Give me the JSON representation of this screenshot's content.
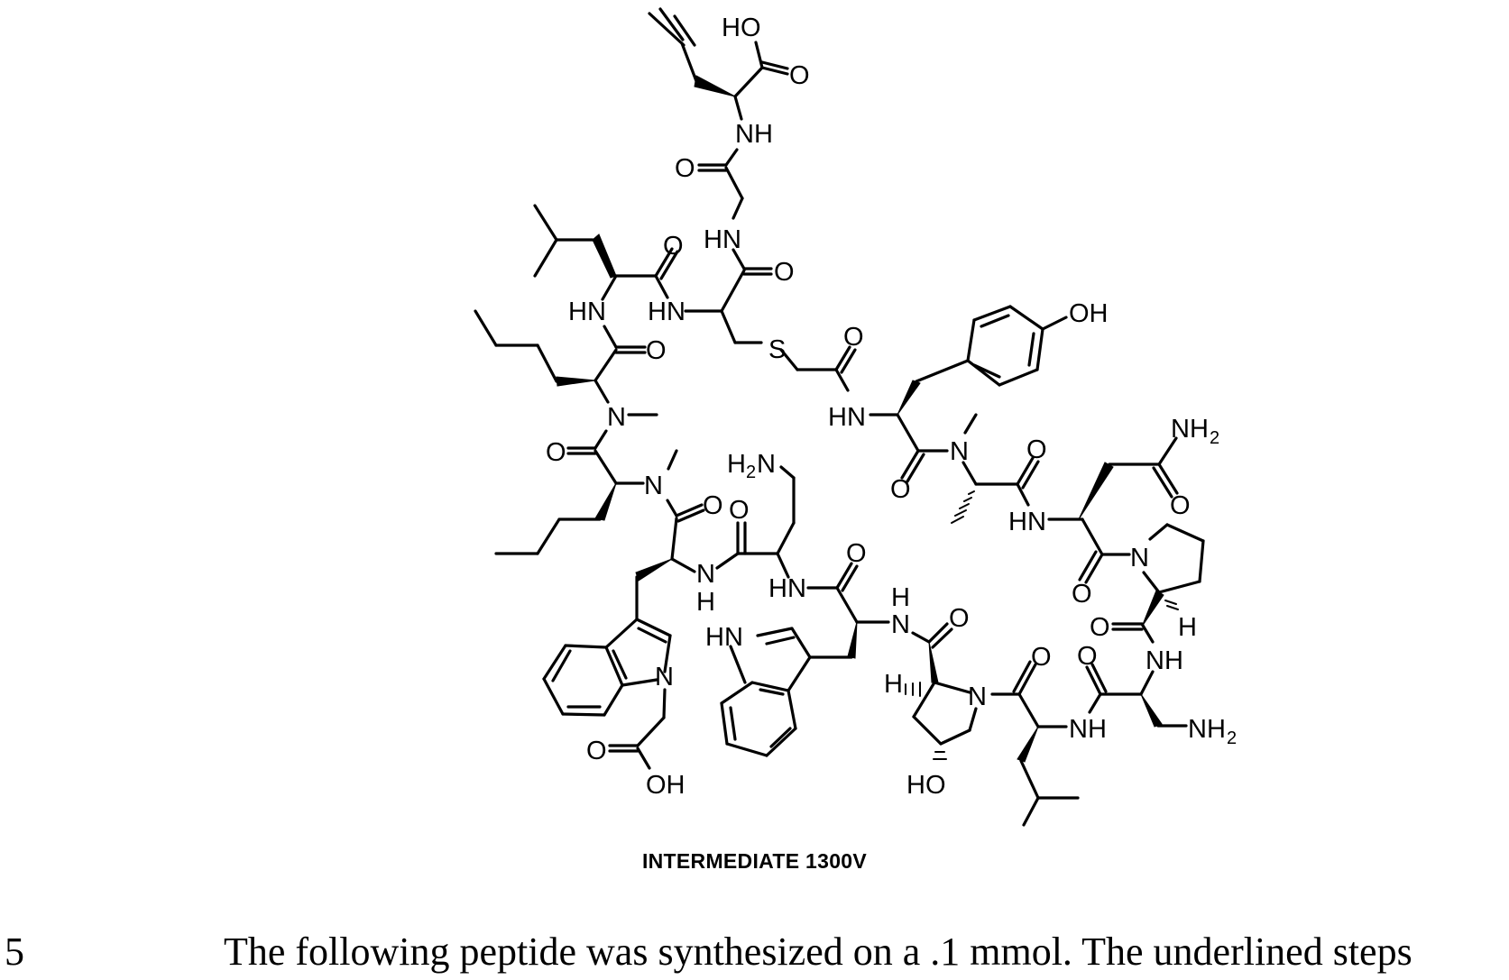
{
  "figure": {
    "caption": "INTERMEDIATE 1300V",
    "atom_labels": {
      "ho_top": "HO",
      "o_acid": "O",
      "nh_pra": "NH",
      "o_gly": "O",
      "hn_gly": "HN",
      "o_cys": "O",
      "o_leu1": "O",
      "hn_leu1": "HN",
      "hn_cys": "HN",
      "s": "S",
      "o_thioacetyl": "O",
      "oh_tyr": "OH",
      "o_nle1": "O",
      "n_nle1": "N",
      "hn_tyr": "HN",
      "o_nle2": "O",
      "n_nle2": "N",
      "h2n_dab": "H",
      "h2n_dab_sub": "2",
      "h2n_dab_n": "N",
      "o_trp1": "O",
      "o_dab": "O",
      "o_tyr": "O",
      "n_tyr_me": "N",
      "o_ala": "O",
      "nh2_gln": "NH",
      "nh2_gln_sub": "2",
      "o_gln_side": "O",
      "hn_gln": "HN",
      "n_pro": "N",
      "o_gln": "O",
      "o_pro": "O",
      "h_pro": "H",
      "nh_trp1_n": "N",
      "nh_trp1_h": "H",
      "hn_dab": "HN",
      "o_trp2": "O",
      "h_trp2_h": "H",
      "n_trp2": "N",
      "o_hyp": "O",
      "hn_indole": "HN",
      "n_indole1": "N",
      "h_hyp": "H",
      "n_hyp": "N",
      "o_leu2": "O",
      "o_dap": "O",
      "nh_pro": "NH",
      "nh_leu2": "NH",
      "nh2_dap": "NH",
      "nh2_dap_sub": "2",
      "o_cm": "O",
      "oh_cm": "OH",
      "ho_hyp": "HO"
    }
  },
  "body": {
    "line_number": "5",
    "text": "The following peptide was synthesized on a .1 mmol.  The underlined steps"
  }
}
